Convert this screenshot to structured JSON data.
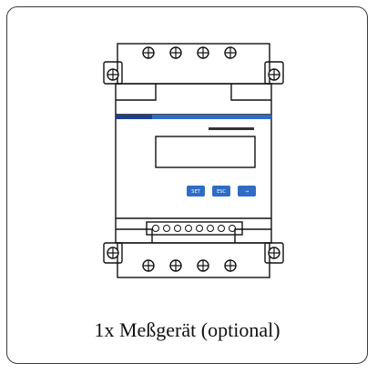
{
  "caption": "1x Meßgerät (optional)",
  "device": {
    "buttons": [
      "SET",
      "ESC",
      "→"
    ],
    "accent_color": "#2f6cc4",
    "icon": "energy-meter-icon"
  }
}
